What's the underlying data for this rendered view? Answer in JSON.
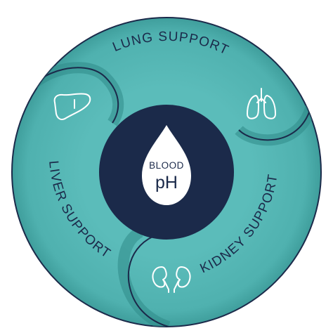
{
  "center": {
    "line1": "BLOOD",
    "line2": "pH"
  },
  "segments": [
    {
      "label": "LUNG SUPPORT",
      "icon": "lungs-icon"
    },
    {
      "label": "LIVER SUPPORT",
      "icon": "liver-icon"
    },
    {
      "label": "KIDNEY SUPPORT",
      "icon": "kidneys-icon"
    }
  ],
  "colors": {
    "ring": "#5bbcba",
    "ring_shadow": "#2f8a88",
    "outline": "#1b2a4a",
    "center": "#1b2a4a",
    "drop": "#ffffff"
  }
}
